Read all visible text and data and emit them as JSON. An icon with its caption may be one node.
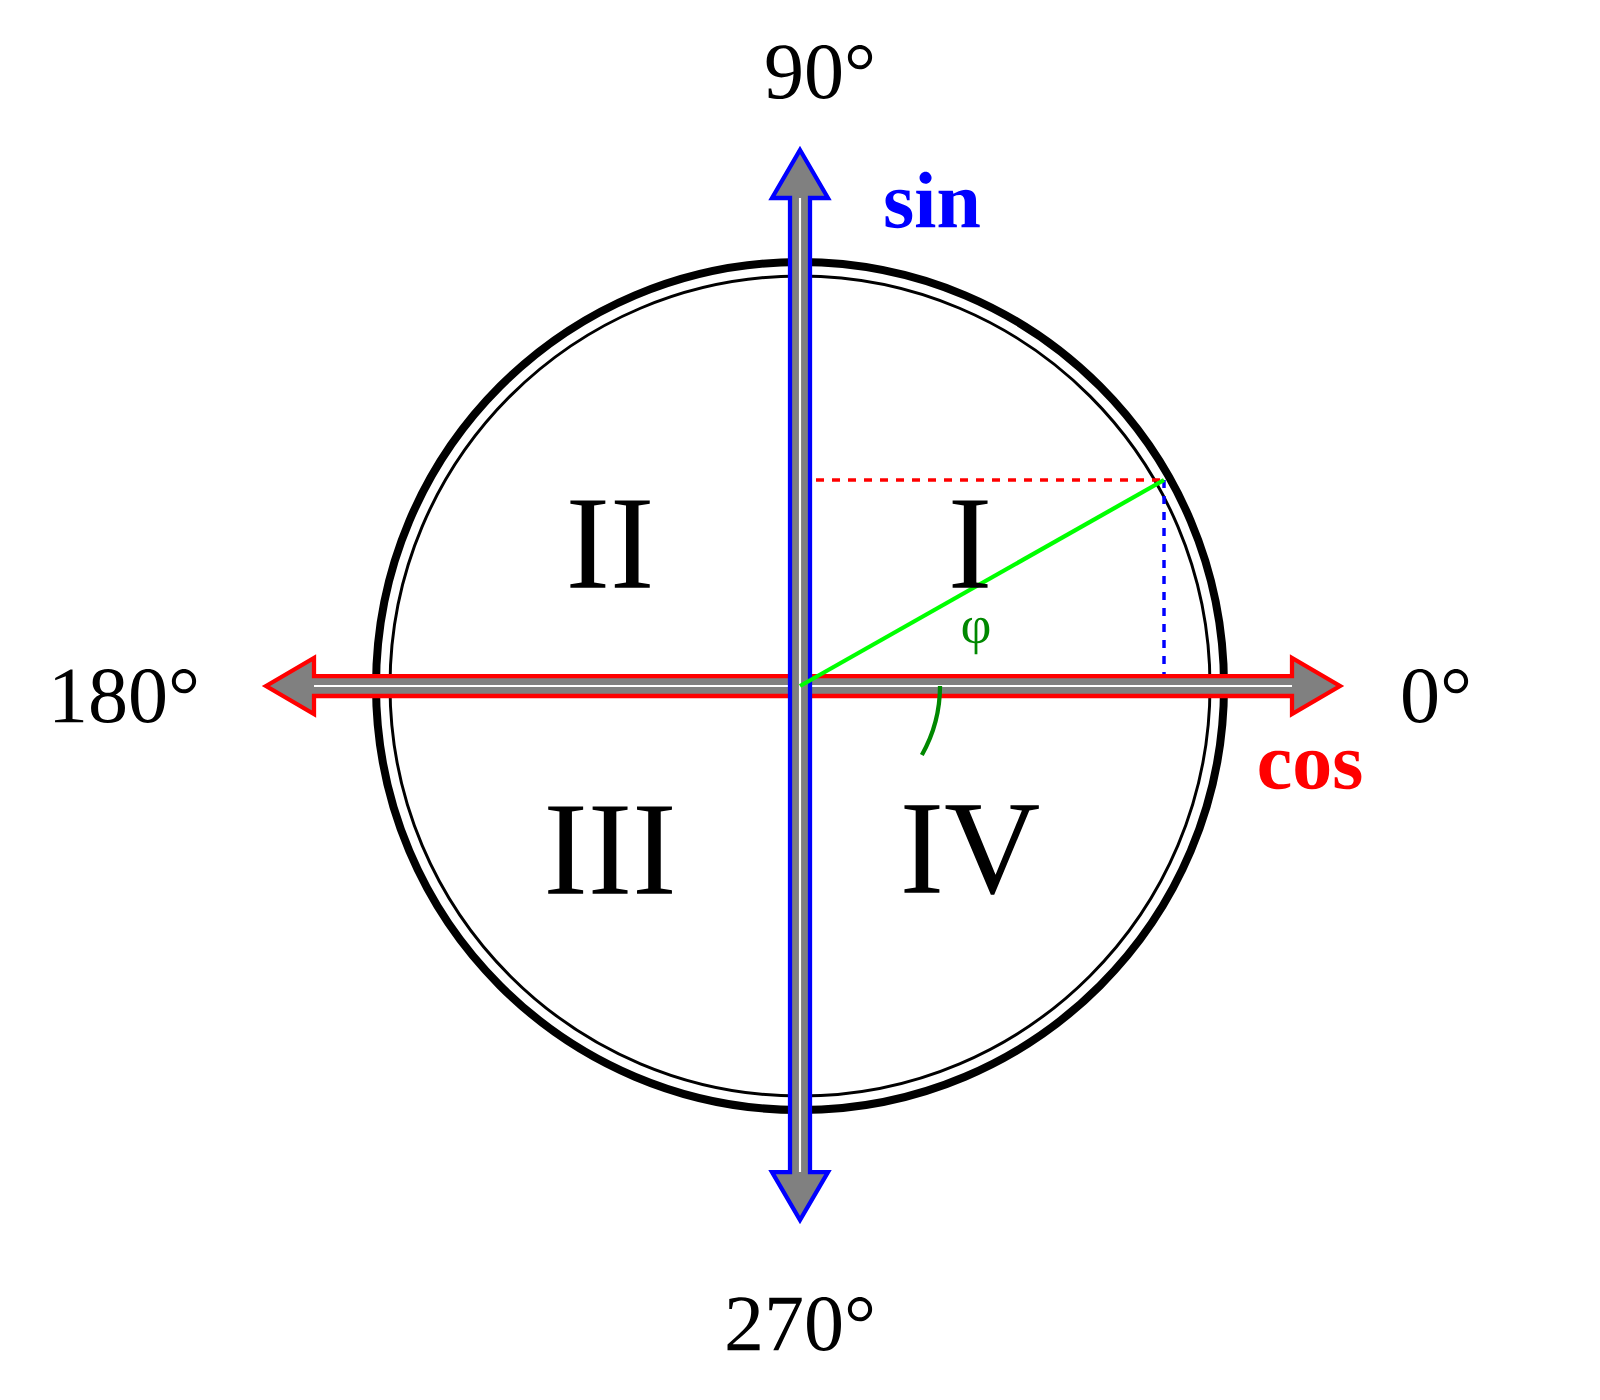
{
  "diagram": {
    "labels": [
      "90°",
      "sin",
      "II",
      "I",
      "φ",
      "180°",
      "0°",
      "cos",
      "III",
      "IV",
      "270°"
    ]
  }
}
